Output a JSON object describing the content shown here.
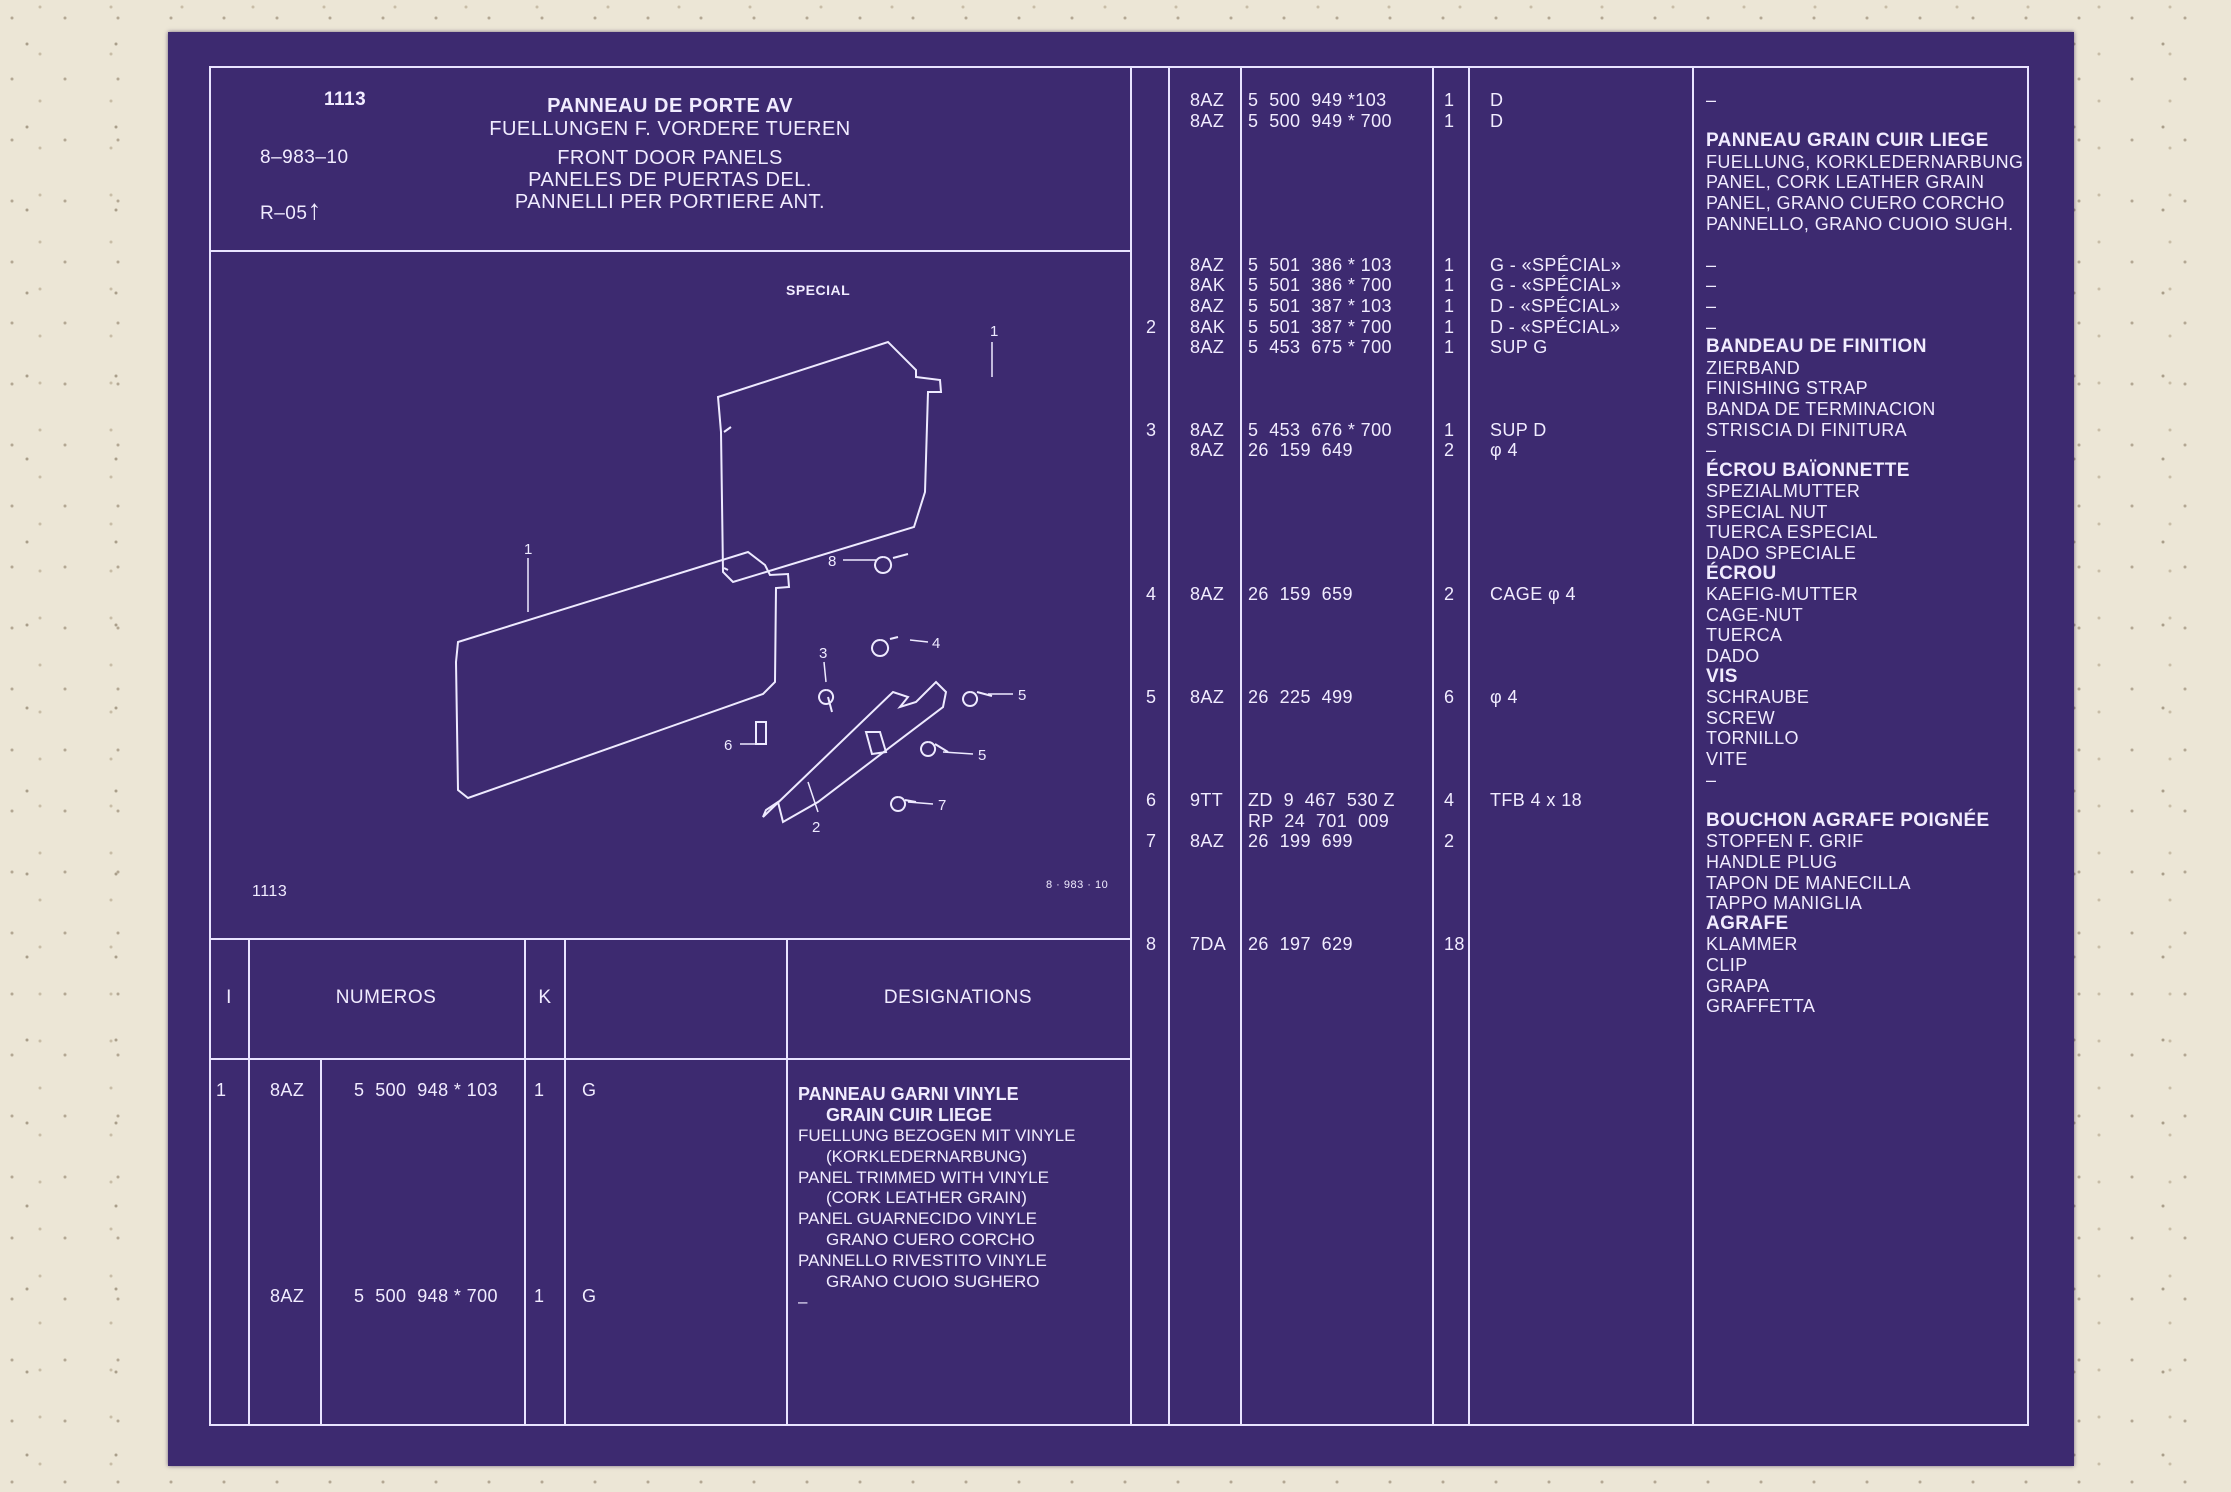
{
  "header": {
    "plate_number": "1113",
    "ref_code": "8–983–10",
    "revision": "R–05",
    "revision_arrow": "↑",
    "titles": [
      "PANNEAU DE PORTE AV",
      "FUELLUNGEN F. VORDERE TUEREN",
      "FRONT DOOR PANELS",
      "PANELES DE PUERTAS DEL.",
      "PANNELLI PER PORTIERE ANT."
    ]
  },
  "diagram": {
    "label_special": "SPECIAL",
    "callouts": [
      "1",
      "1",
      "2",
      "3",
      "4",
      "5",
      "5",
      "6",
      "7",
      "8"
    ],
    "footer_left": "1113",
    "footer_right": "8 · 983 · 10"
  },
  "table_header": {
    "index": "I",
    "numeros": "NUMEROS",
    "k": "K",
    "designations": "DESIGNATIONS"
  },
  "left_rows": [
    {
      "index": "1",
      "code": "8AZ",
      "number": "5  500  948 * 103",
      "qty": "1",
      "note": "G"
    },
    {
      "index": "",
      "code": "8AZ",
      "number": "5  500  948 * 700",
      "qty": "1",
      "note": "G"
    }
  ],
  "left_designation": {
    "bold_lines": [
      "PANNEAU GARNI VINYLE",
      "GRAIN CUIR LIEGE"
    ],
    "lines": [
      "FUELLUNG BEZOGEN MIT VINYLE",
      "(KORKLEDERNARBUNG)",
      "PANEL TRIMMED WITH VINYLE",
      "(CORK LEATHER GRAIN)",
      "PANEL GUARNECIDO VINYLE",
      "GRANO CUERO CORCHO",
      "PANNELLO RIVESTITO VINYLE",
      "GRANO CUOIO SUGHERO",
      "–"
    ]
  },
  "right_columns": {
    "index": [
      "",
      "",
      "",
      "",
      "",
      "",
      "",
      "",
      "",
      "",
      "",
      "2",
      "",
      "",
      "",
      "",
      "3",
      "",
      "",
      "",
      "",
      "",
      "",
      "",
      "4",
      "",
      "",
      "",
      "",
      "5",
      "",
      "",
      "",
      "",
      "6",
      "",
      "7",
      "",
      "",
      "",
      "",
      "8"
    ],
    "codes": [
      "8AZ",
      "8AZ",
      "",
      "",
      "",
      "",
      "",
      "",
      "8AZ",
      "8AK",
      "8AZ",
      "8AK",
      "8AZ",
      "",
      "",
      "",
      "8AZ",
      "8AZ",
      "",
      "",
      "",
      "",
      "",
      "",
      "8AZ",
      "",
      "",
      "",
      "",
      "8AZ",
      "",
      "",
      "",
      "",
      "9TT",
      "",
      "8AZ",
      "",
      "",
      "",
      "",
      "7DA"
    ],
    "numbers": [
      "5  500  949 *103",
      "5  500  949 * 700",
      "",
      "",
      "",
      "",
      "",
      "",
      "5  501  386 * 103",
      "5  501  386 * 700",
      "5  501  387 * 103",
      "5  501  387 * 700",
      "5  453  675 * 700",
      "",
      "",
      "",
      "5  453  676 * 700",
      "26  159  649",
      "",
      "",
      "",
      "",
      "",
      "",
      "26  159  659",
      "",
      "",
      "",
      "",
      "26  225  499",
      "",
      "",
      "",
      "",
      "ZD  9  467  530 Z",
      "RP  24  701  009",
      "26  199  699",
      "",
      "",
      "",
      "",
      "26  197  629"
    ],
    "qty": [
      "1",
      "1",
      "",
      "",
      "",
      "",
      "",
      "",
      "1",
      "1",
      "1",
      "1",
      "1",
      "",
      "",
      "",
      "1",
      "2",
      "",
      "",
      "",
      "",
      "",
      "",
      "2",
      "",
      "",
      "",
      "",
      "6",
      "",
      "",
      "",
      "",
      "4",
      "",
      "2",
      "",
      "",
      "",
      "",
      "18"
    ],
    "notes": [
      "D",
      "D",
      "",
      "",
      "",
      "",
      "",
      "",
      "G - «SPÉCIAL»",
      "G - «SPÉCIAL»",
      "D - «SPÉCIAL»",
      "D - «SPÉCIAL»",
      "SUP G",
      "",
      "",
      "",
      "SUP D",
      "φ 4",
      "",
      "",
      "",
      "",
      "",
      "",
      "CAGE φ 4",
      "",
      "",
      "",
      "",
      "φ 4",
      "",
      "",
      "",
      "",
      "TFB 4 x 18",
      "",
      "",
      "",
      "",
      "",
      "",
      ""
    ],
    "designations": [
      {
        "t": "–",
        "b": false
      },
      {
        "t": "",
        "b": false
      },
      {
        "t": "PANNEAU GRAIN CUIR LIEGE",
        "b": true
      },
      {
        "t": "FUELLUNG, KORKLEDERNARBUNG",
        "b": false
      },
      {
        "t": "PANEL, CORK LEATHER GRAIN",
        "b": false
      },
      {
        "t": "PANEL, GRANO CUERO CORCHO",
        "b": false
      },
      {
        "t": "PANNELLO, GRANO CUOIO SUGH.",
        "b": false
      },
      {
        "t": "",
        "b": false
      },
      {
        "t": "–",
        "b": false
      },
      {
        "t": "–",
        "b": false
      },
      {
        "t": "–",
        "b": false
      },
      {
        "t": "–",
        "b": false
      },
      {
        "t": "BANDEAU DE FINITION",
        "b": true
      },
      {
        "t": "ZIERBAND",
        "b": false
      },
      {
        "t": "FINISHING STRAP",
        "b": false
      },
      {
        "t": "BANDA DE TERMINACION",
        "b": false
      },
      {
        "t": "STRISCIA DI FINITURA",
        "b": false
      },
      {
        "t": "–",
        "b": false
      },
      {
        "t": "ÉCROU BAÏONNETTE",
        "b": true
      },
      {
        "t": "SPEZIALMUTTER",
        "b": false
      },
      {
        "t": "SPECIAL NUT",
        "b": false
      },
      {
        "t": "TUERCA ESPECIAL",
        "b": false
      },
      {
        "t": "DADO SPECIALE",
        "b": false
      },
      {
        "t": "ÉCROU",
        "b": true
      },
      {
        "t": "KAEFIG-MUTTER",
        "b": false
      },
      {
        "t": "CAGE-NUT",
        "b": false
      },
      {
        "t": "TUERCA",
        "b": false
      },
      {
        "t": "DADO",
        "b": false
      },
      {
        "t": "VIS",
        "b": true
      },
      {
        "t": "SCHRAUBE",
        "b": false
      },
      {
        "t": "SCREW",
        "b": false
      },
      {
        "t": "TORNILLO",
        "b": false
      },
      {
        "t": "VITE",
        "b": false
      },
      {
        "t": "–",
        "b": false
      },
      {
        "t": "",
        "b": false
      },
      {
        "t": "BOUCHON AGRAFE POIGNÉE",
        "b": true
      },
      {
        "t": "STOPFEN F. GRIF",
        "b": false
      },
      {
        "t": "HANDLE PLUG",
        "b": false
      },
      {
        "t": "TAPON DE MANECILLA",
        "b": false
      },
      {
        "t": "TAPPO MANIGLIA",
        "b": false
      },
      {
        "t": "AGRAFE",
        "b": true
      },
      {
        "t": "KLAMMER",
        "b": false
      },
      {
        "t": "CLIP",
        "b": false
      },
      {
        "t": "GRAPA",
        "b": false
      },
      {
        "t": "GRAFFETTA",
        "b": false
      }
    ]
  }
}
